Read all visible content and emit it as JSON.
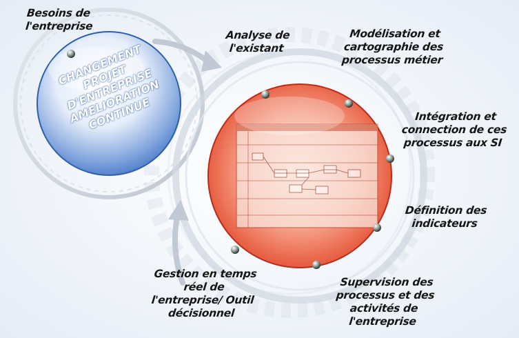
{
  "hub": {
    "lines": [
      "CHANGEMENT",
      "PROJET",
      "D'ENTREPRISE",
      "AMELIORATION",
      "CONTINUE"
    ]
  },
  "labels": {
    "besoins": [
      "Besoins de",
      "l'entreprise"
    ],
    "analyse": [
      "Analyse de",
      "l'existant"
    ],
    "modelisation": [
      "Modélisation et",
      "cartographie des",
      "processus métier"
    ],
    "integration": [
      "Intégration et",
      "connection de ces",
      "processus aux SI"
    ],
    "definition": [
      "Définition des",
      "indicateurs"
    ],
    "supervision": [
      "Supervision des",
      "processus et des",
      "activités de",
      "l'entreprise"
    ],
    "gestion": [
      "Gestion en temps",
      "réel de",
      "l'entreprise/ Outil",
      "décisionnel"
    ]
  },
  "colors": {
    "hub_blue": "#3f73c4",
    "process_red": "#e0452c",
    "ring_gray": "#c7ced8"
  }
}
